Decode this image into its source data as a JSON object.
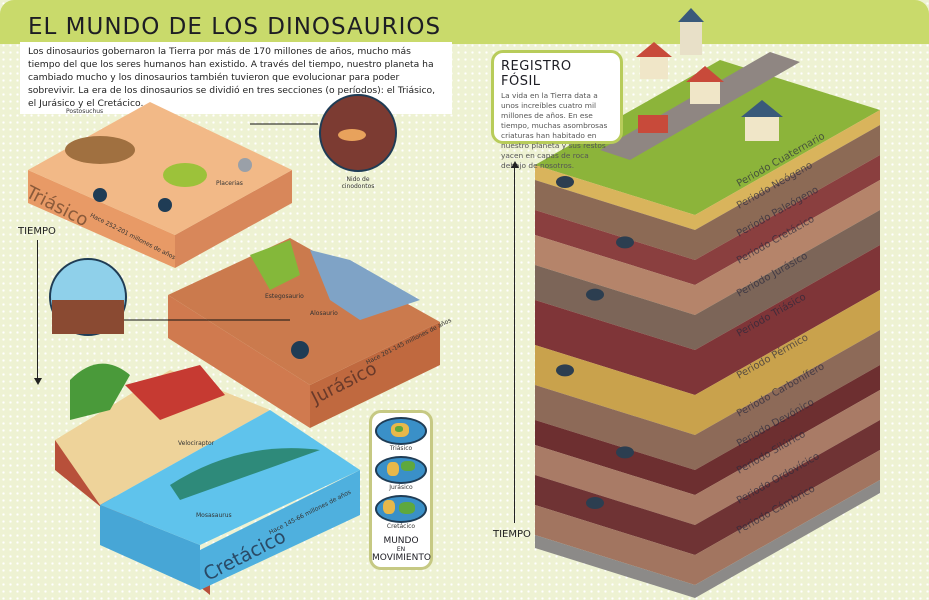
{
  "header": {
    "title": "EL MUNDO DE LOS DINOSAURIOS",
    "intro": "Los dinosaurios gobernaron la Tierra por más de 170 millones de años, mucho más tiempo del que los seres humanos han existido. A través del tiempo, nuestro planeta ha cambiado mucho y los dinosaurios también tuvieron que evolucionar para poder sobrevivir. La era de los dinosaurios se dividió en tres secciones (o períodos): el Triásico, el Jurásico y el Cretácico."
  },
  "left": {
    "time_label": "TIEMPO",
    "periods": [
      {
        "name": "Triásico",
        "dates": "Hace 252-201 millones de años",
        "creatures": [
          "Postosuchus",
          "Placerias"
        ],
        "color": "#f0b47c"
      },
      {
        "name": "Jurásico",
        "dates": "Hace 201-145 millones de años",
        "creatures": [
          "Estegosaurio",
          "Alosaurio"
        ],
        "color": "#c8704a"
      },
      {
        "name": "Cretácico",
        "dates": "Hace 145-66 millones de años",
        "creatures": [
          "Velociraptor",
          "Mosasaurus"
        ],
        "color": "#5bbde6"
      }
    ],
    "nest_label": "Nido de cinodontos",
    "globes": {
      "items": [
        "Triásico",
        "Jurásico",
        "Cretácico"
      ],
      "title_1": "MUNDO",
      "title_2": "EN",
      "title_3": "MOVIMIENTO"
    }
  },
  "right": {
    "box_title": "REGISTRO FÓSIL",
    "box_text": "La vida en la Tierra data a unos increíbles cuatro mil millones de años. En ese tiempo, muchas asombrosas criaturas han habitado en nuestro planeta y sus restos yacen en capas de roca debajo de nosotros.",
    "time_label": "TIEMPO",
    "layers": [
      {
        "label": "Periodo Cuaternario",
        "color": "#d9b45c"
      },
      {
        "label": "Periodo Neógeno",
        "color": "#8c6a55"
      },
      {
        "label": "Periodo Paleógeno",
        "color": "#8a3f3f"
      },
      {
        "label": "Periodo Cretácico",
        "color": "#b5846a"
      },
      {
        "label": "Periodo Jurásico",
        "color": "#7c6558"
      },
      {
        "label": "Periodo Triásico",
        "color": "#7f3538"
      },
      {
        "label": "Periodo Pérmico",
        "color": "#c9a24c"
      },
      {
        "label": "Periodo Carbonífero",
        "color": "#8d6a58"
      },
      {
        "label": "Periodo Devónico",
        "color": "#6d2f30"
      },
      {
        "label": "Periodo Silúrico",
        "color": "#a97b66"
      },
      {
        "label": "Periodo Ordovícico",
        "color": "#6f3334"
      },
      {
        "label": "Periodo Cámbrico",
        "color": "#a27560"
      }
    ],
    "bedrock_color": "#8c8a88"
  }
}
